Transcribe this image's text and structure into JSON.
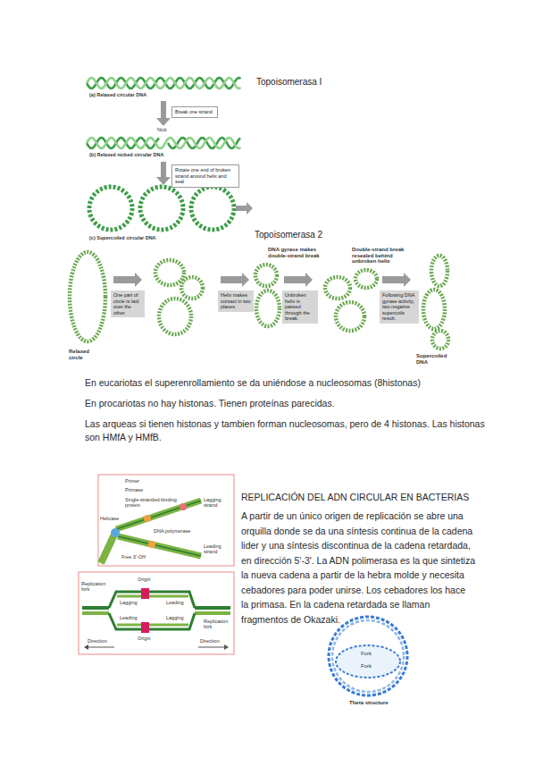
{
  "diagram": {
    "nodes": [
      {
        "text": [
          "Break one strand"
        ]
      },
      {
        "text": [
          "Rotate one end of broken strand around helix and seal"
        ]
      },
      {
        "text": [
          "One part of circle is laid over the other."
        ]
      },
      {
        "text": [
          "Helix makes contact in two places."
        ]
      },
      {
        "text": [
          "Unbroken helix is passed through the break."
        ]
      },
      {
        "text": [
          "Following DNA gyrase activity, two negative supercoils result."
        ]
      }
    ],
    "labels": [
      "Topoisomerasa I",
      "(a) Relaxed circular DNA",
      "Nick",
      "(b) Relaxed nicked circular DNA",
      "(c) Supercoiled circular DNA",
      "Topoisomerasa 2",
      "Relaxed circle",
      "DNA gyrase makes double-strand break",
      "Double-strand break resealed behind unbroken helix",
      "Supercoiled DNA",
      "En eucariotas el superenrollamiento se da uniéndose a nucleosomas (8histonas)",
      "En procariotas no hay histonas. Tienen proteínas parecidas.",
      "Las arqueas si tienen histonas y tambien forman nucleosomas, pero de 4 histonas. Las histonas son HMfA y HMfB.",
      "REPLICACIÓN DEL ADN CIRCULAR EN BACTERIAS",
      "A partir de un único origen de replicación se abre una orquilla donde se da una síntesis continua de la cadena lider y una síntesis discontinua de la cadena retardada, en dirección 5'-3'. La ADN polimerasa es la que sintetiza la nueva cadena a partir de la hebra molde y necesita cebadores para poder unirse. Los cebadores los hace la primasa. En la cadena retardada se llaman fragmentos de Okazaki.",
      "Primer",
      "Lagging strand",
      "Primase",
      "Single-stranded binding protein",
      "DNA polymerase",
      "Helicase",
      "Free 3'-OH",
      "Leading strand",
      "Origin",
      "Replication fork",
      "Lagging",
      "Leading",
      "Leading",
      "Lagging",
      "Direction",
      "Direction",
      "Origin",
      "Replication fork",
      "Fork",
      "Fork",
      "Theta structure"
    ]
  }
}
